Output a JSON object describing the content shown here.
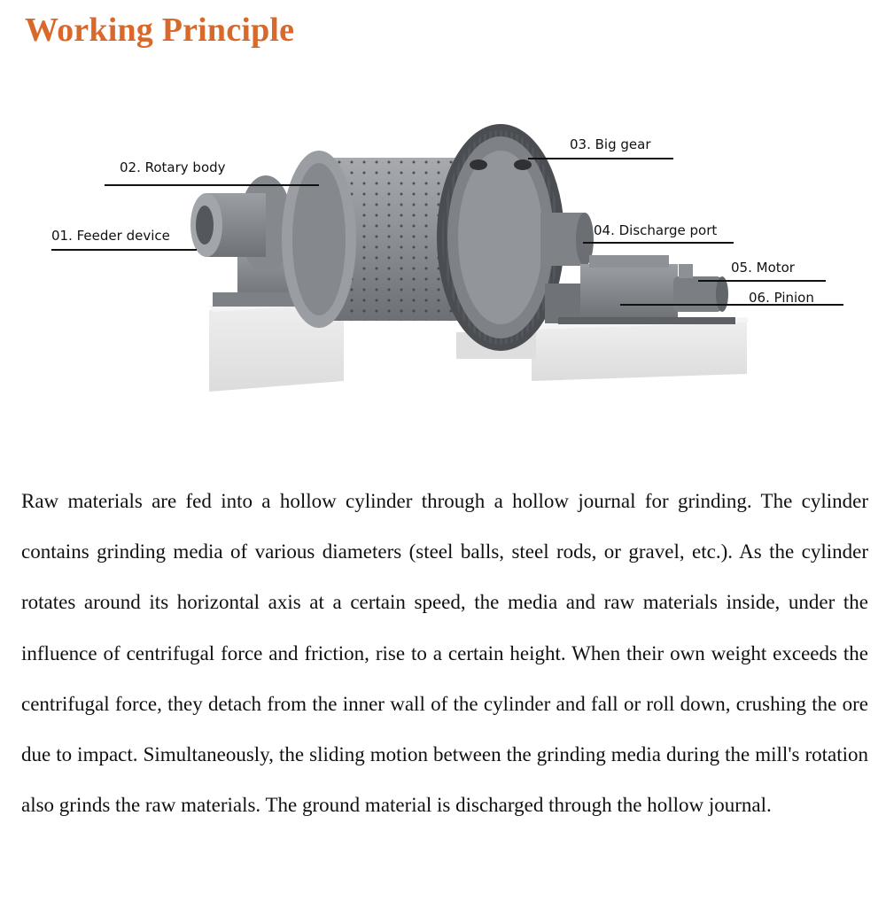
{
  "page": {
    "title": "Working Principle",
    "colors": {
      "title": "#d8692a",
      "text": "#111111",
      "machine": "#8a8d92",
      "base": "#e6e6e6"
    }
  },
  "diagram": {
    "labels": {
      "feeder_device": "01. Feeder device",
      "rotary_body": "02. Rotary body",
      "big_gear": "03. Big gear",
      "discharge_port": "04. Discharge port",
      "motor": "05. Motor",
      "pinion": "06. Pinion"
    }
  },
  "description": {
    "text": "Raw materials are fed into a hollow cylinder through a hollow journal for grinding. The cylinder contains grinding media of various diameters (steel balls, steel rods, or gravel, etc.). As the cylinder rotates around its horizontal axis at a certain speed, the media and raw materials inside, under the influence of centrifugal force and friction, rise to a certain height. When their own weight exceeds the centrifugal force, they detach from the inner wall of the cylinder and fall or roll down, crushing the ore due to impact. Simultaneously, the sliding motion between the grinding media during the mill's rotation also grinds the raw materials. The ground material is discharged through the hollow journal."
  }
}
